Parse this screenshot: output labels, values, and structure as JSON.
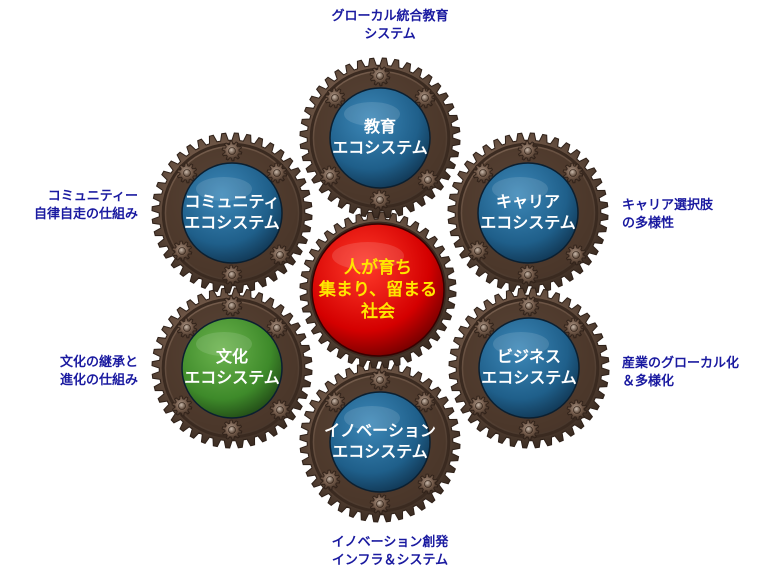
{
  "center": {
    "lines": [
      "人が育ち",
      "集まり、留まる",
      "社会"
    ],
    "color": "#d40000"
  },
  "nodes": [
    {
      "id": "education",
      "lines": [
        "教育",
        "エコシステム"
      ],
      "color": "#1f5f8a"
    },
    {
      "id": "career",
      "lines": [
        "キャリア",
        "エコシステム"
      ],
      "color": "#1f5f8a"
    },
    {
      "id": "business",
      "lines": [
        "ビジネス",
        "エコシステム"
      ],
      "color": "#1f5f8a"
    },
    {
      "id": "innovation",
      "lines": [
        "イノベーション",
        "エコシステム"
      ],
      "color": "#1f5f8a"
    },
    {
      "id": "culture",
      "lines": [
        "文化",
        "エコシステム"
      ],
      "color": "#3e8a2a"
    },
    {
      "id": "community",
      "lines": [
        "コミュニティ",
        "エコシステム"
      ],
      "color": "#1f5f8a"
    }
  ],
  "annotations": {
    "top": [
      "グローカル統合教育",
      "システム"
    ],
    "upper_right": [
      "キャリア選択肢",
      "の多様性"
    ],
    "lower_right": [
      "産業のグローカル化",
      "＆多様化"
    ],
    "bottom": [
      "イノベーション創発",
      "インフラ＆システム"
    ],
    "lower_left": [
      "文化の継承と",
      "進化の仕組み"
    ],
    "upper_left": [
      "コミュニティー",
      "自律自走の仕組み"
    ]
  },
  "colors": {
    "annotation_text": "#1a1aa0",
    "gear_metal": "#7a5f4a",
    "center_text": "#ffe600"
  }
}
